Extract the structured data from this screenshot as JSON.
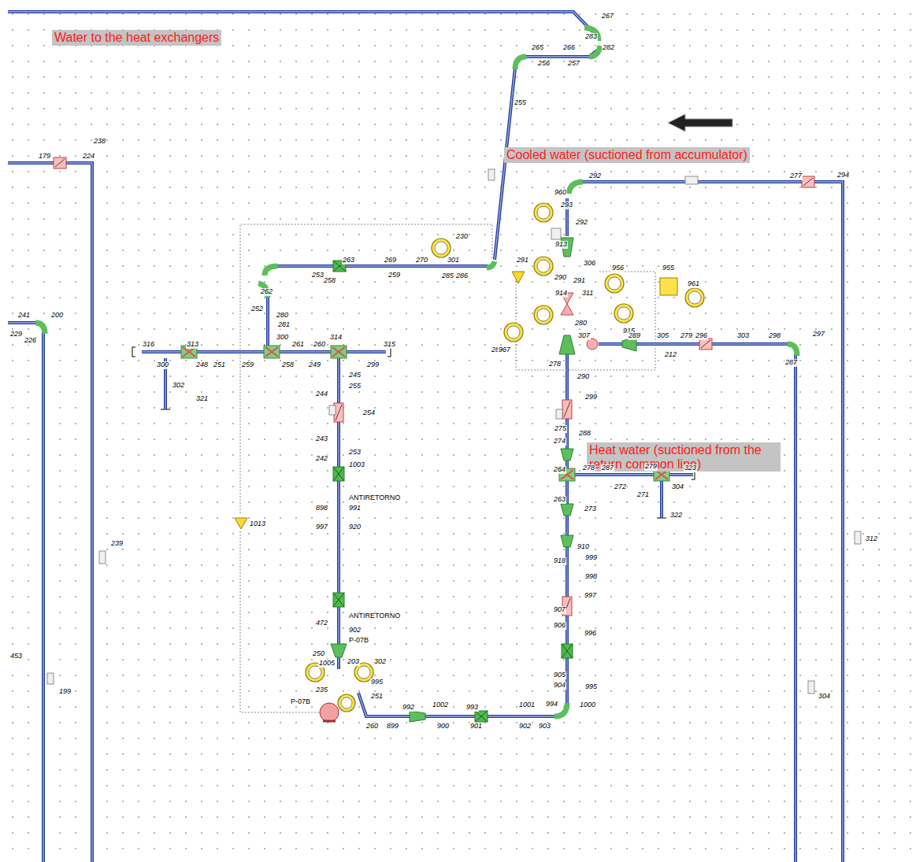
{
  "diagram": {
    "labels": [
      "Water to the heat exchangers",
      "Cooled water (suctioned from accumulator)",
      "Heat water (suctioned from the return common line)",
      "267",
      "265",
      "266",
      "282",
      "283",
      "256",
      "257",
      "255",
      "238",
      "179",
      "224",
      "960",
      "292",
      "277",
      "294",
      "293",
      "292",
      "306",
      "230",
      "263",
      "269",
      "270",
      "301",
      "291",
      "262",
      "253",
      "258",
      "259",
      "285",
      "286",
      "252",
      "280",
      "281",
      "300",
      "284",
      "913",
      "290",
      "291",
      "914",
      "311",
      "956",
      "955",
      "961",
      "915",
      "967",
      "280",
      "307",
      "289",
      "305",
      "212",
      "279",
      "296",
      "303",
      "298",
      "297",
      "287",
      "278",
      "290",
      "299",
      "275",
      "288",
      "274",
      "264",
      "278",
      "287",
      "279",
      "323",
      "272",
      "304",
      "263",
      "273",
      "271",
      "322",
      "910",
      "999",
      "918",
      "998",
      "907",
      "997",
      "906",
      "996",
      "905",
      "995",
      "904",
      "1000",
      "994",
      "992",
      "1002",
      "993",
      "1001",
      "260",
      "899",
      "900",
      "901",
      "902",
      "903",
      "995",
      "316",
      "313",
      "261",
      "260",
      "314",
      "315",
      "300",
      "248",
      "251",
      "259",
      "258",
      "249",
      "299",
      "302",
      "321",
      "245",
      "255",
      "244",
      "254",
      "243",
      "253",
      "242",
      "1003",
      "ANTIRETORNO",
      "898",
      "991",
      "997",
      "920",
      "ANTIRETORNO",
      "472",
      "902",
      "P-07B",
      "250",
      "1005",
      "203",
      "302",
      "235",
      "251",
      "P-07B",
      "1013",
      "241",
      "229",
      "200",
      "226",
      "239",
      "453",
      "199",
      "312",
      "304"
    ]
  }
}
